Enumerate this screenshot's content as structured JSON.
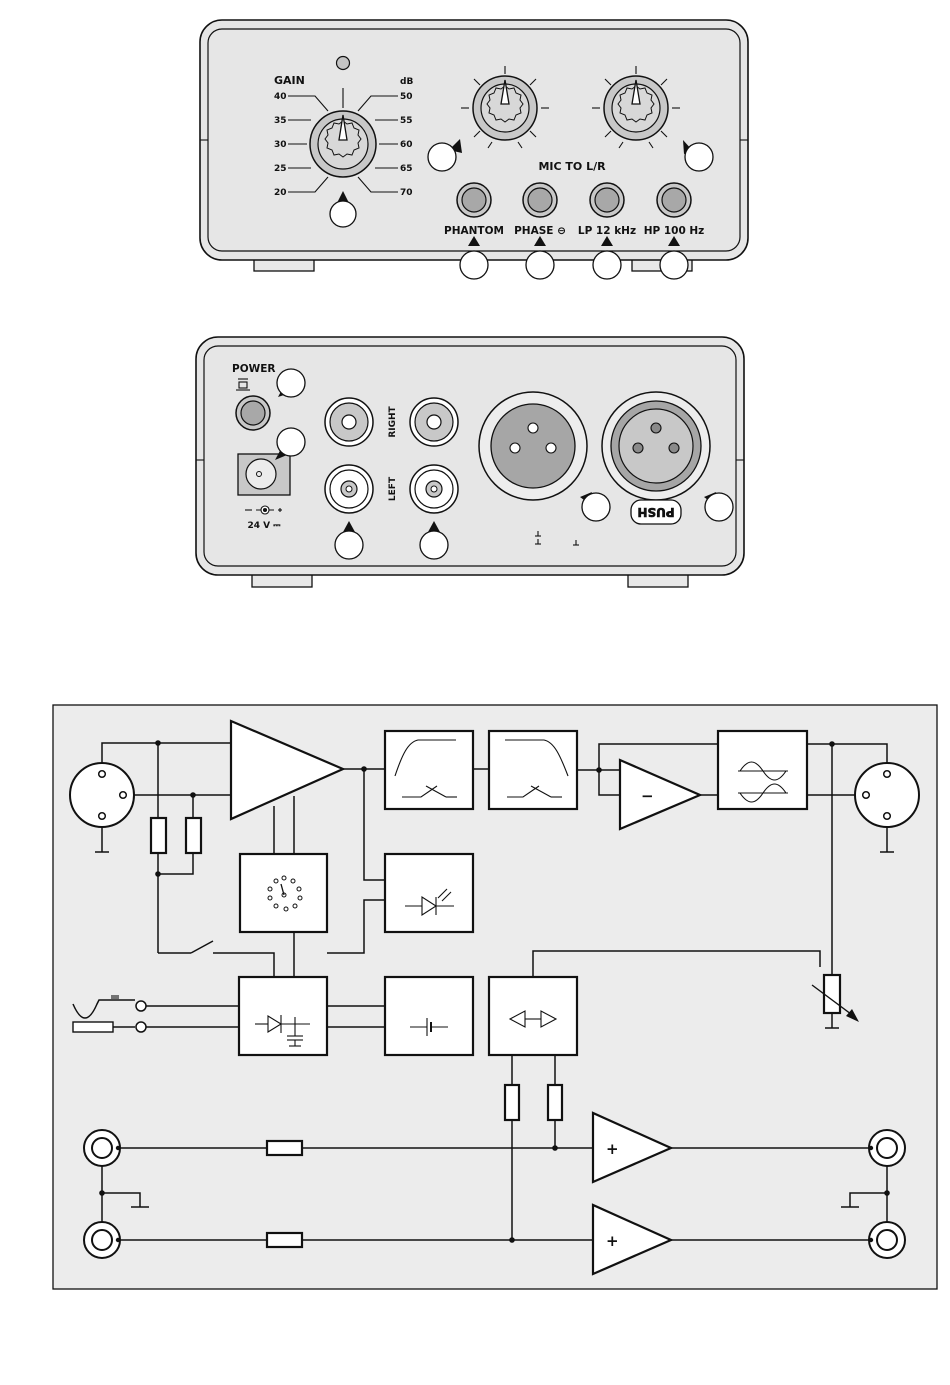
{
  "front_panel": {
    "gain_label": "GAIN",
    "db_label": "dB",
    "gain_scale_left": [
      "40",
      "35",
      "30",
      "25",
      "20"
    ],
    "gain_scale_right": [
      "50",
      "55",
      "60",
      "65",
      "70"
    ],
    "mic_to_lr_label": "MIC TO L/R",
    "buttons": [
      {
        "label": "PHANTOM"
      },
      {
        "label": "PHASE ⊖"
      },
      {
        "label": "LP 12 kHz"
      },
      {
        "label": "HP 100 Hz"
      }
    ]
  },
  "rear_panel": {
    "power_label": "POWER",
    "dc_label": "24 V ⎓",
    "right_label": "RIGHT",
    "left_label": "LEFT",
    "xlr_in_badge": "PUSH"
  },
  "block_diagram": {
    "op_amp_minus": "−",
    "op_amp_plus_top": "+",
    "op_amp_plus_bottom": "+"
  }
}
